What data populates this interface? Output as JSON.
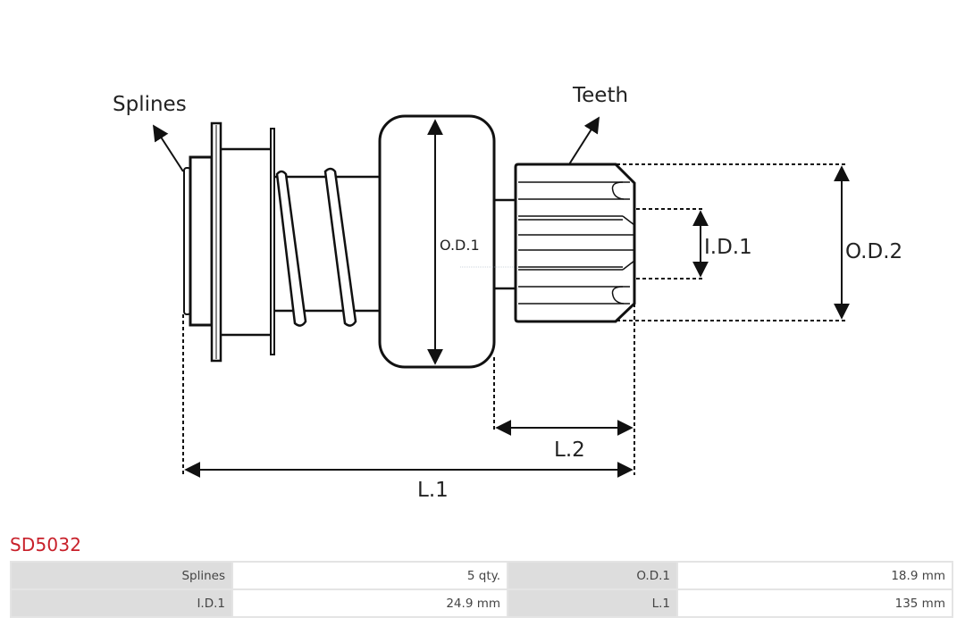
{
  "diagram": {
    "labels": {
      "splines": "Splines",
      "teeth": "Teeth",
      "od1": "O.D.1",
      "od2": "O.D.2",
      "id1": "I.D.1",
      "l1": "L.1",
      "l2": "L.2"
    }
  },
  "product": {
    "code": "SD5032",
    "title_color": "#c8202a"
  },
  "specs": {
    "rows": [
      [
        {
          "label": "Splines",
          "value": "5 qty."
        },
        {
          "label": "O.D.1",
          "value": "18.9 mm"
        }
      ],
      [
        {
          "label": "I.D.1",
          "value": "24.9 mm"
        },
        {
          "label": "L.1",
          "value": "135 mm"
        }
      ]
    ]
  }
}
